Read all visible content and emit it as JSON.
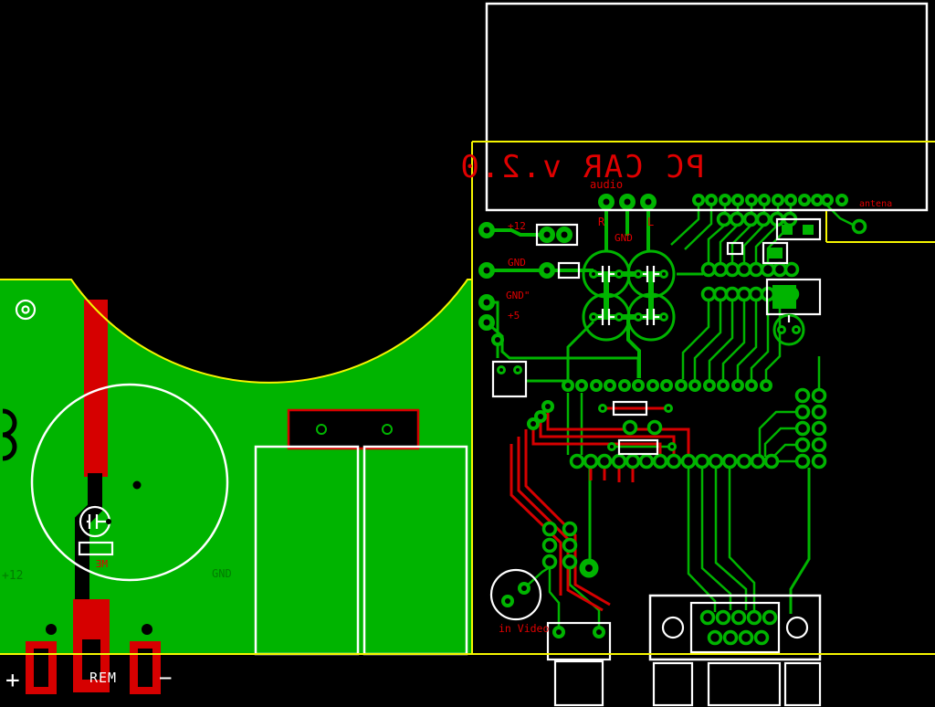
{
  "board": {
    "title_mirrored": "PC CAR v.2.0",
    "labels": {
      "audio": "audio",
      "audio_r": "R",
      "audio_l": "L",
      "audio_gnd": "GND",
      "pwr_12": "+12",
      "pwr_gnd": "GND",
      "pwr_gnd2": "GND\"",
      "pwr_5": "+5",
      "antena": "antena",
      "in_video": "in Video",
      "left_12": "+12",
      "left_gnd": "GND",
      "term_plus": "+",
      "term_rem": "REM",
      "term_minus": "−",
      "cap_ref_mirrored": "ME"
    },
    "colors": {
      "background": "#000000",
      "copper_green": "#00b400",
      "top_copper_red": "#d60000",
      "silkscreen_white": "#ffffff",
      "board_outline_yellow": "#f5f500",
      "dark_green_label": "#027c02",
      "red_text": "#e00000"
    }
  }
}
